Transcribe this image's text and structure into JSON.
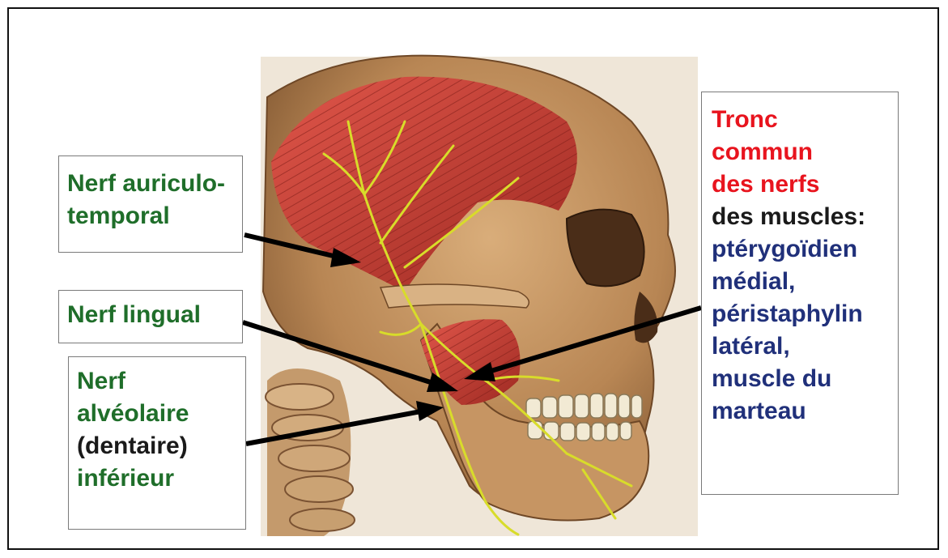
{
  "labels": {
    "auriculo": {
      "line1": "Nerf auriculo-",
      "line2": "temporal"
    },
    "lingual": {
      "line1": "Nerf lingual"
    },
    "alveolaire": {
      "line1": "Nerf",
      "line2": "alvéolaire",
      "line3": "(dentaire)",
      "line4": "inférieur"
    },
    "tronc": {
      "line1": "Tronc",
      "line2": "commun",
      "line3": "des nerfs",
      "line4": "des muscles:",
      "line5": "ptérygoïdien",
      "line6": "médial,",
      "line7": "péristaphylin",
      "line8": "latéral,",
      "line9": "muscle du",
      "line10": "marteau"
    }
  },
  "colors": {
    "label_green": "#1f6e2a",
    "label_red": "#e8141e",
    "label_navy": "#20307a",
    "label_black": "#1a1a1a",
    "bone": "#b98a5a",
    "muscle": "#c0392b",
    "nerve": "#d8dc2a",
    "arrow": "#000000"
  }
}
